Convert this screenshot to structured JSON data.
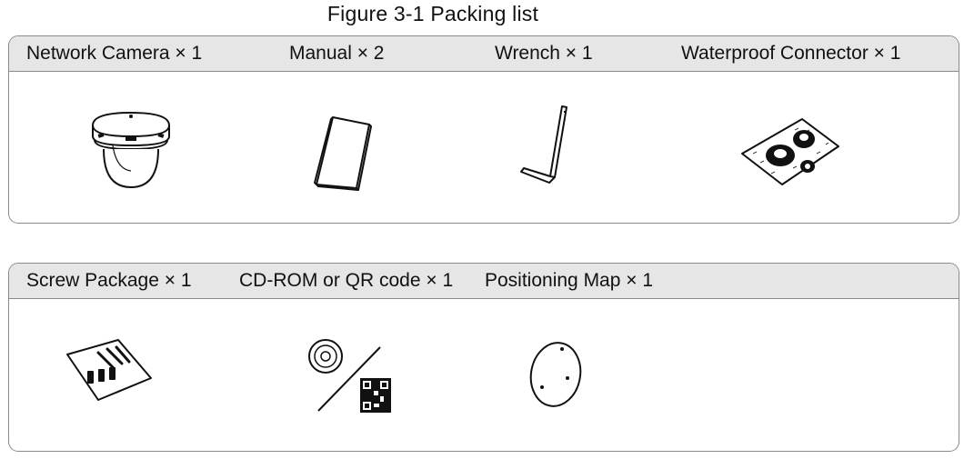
{
  "figure": {
    "title": "Figure 3-1 Packing list"
  },
  "rows": [
    {
      "items": [
        {
          "label": "Network Camera × 1",
          "icon": "dome-camera-icon"
        },
        {
          "label": "Manual × 2",
          "icon": "manual-book-icon"
        },
        {
          "label": "Wrench × 1",
          "icon": "hex-wrench-icon"
        },
        {
          "label": "Waterproof Connector × 1",
          "icon": "waterproof-connector-icon"
        }
      ]
    },
    {
      "items": [
        {
          "label": "Screw Package × 1",
          "icon": "screw-package-icon"
        },
        {
          "label": "CD-ROM or QR code × 1",
          "icon": "cd-or-qr-code-icon"
        },
        {
          "label": "Positioning Map × 1",
          "icon": "positioning-map-icon"
        }
      ]
    }
  ]
}
